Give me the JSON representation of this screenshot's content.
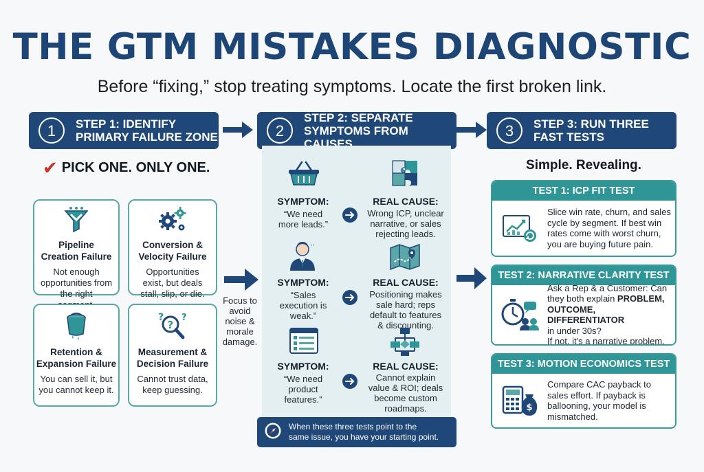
{
  "title": "THE GTM MISTAKES DIAGNOSTIC",
  "subtitle": "Before “fixing,” stop treating symptoms. Locate the first broken link.",
  "steps": [
    {
      "number": "1",
      "line1": "STEP 1: IDENTIFY",
      "line2": "PRIMARY FAILURE ZONE"
    },
    {
      "number": "2",
      "line1": "STEP 2: SEPARATE",
      "line2": "SYMPTOMS FROM CAUSES"
    },
    {
      "number": "3",
      "line1": "STEP 3: RUN THREE",
      "line2": "FAST TESTS"
    }
  ],
  "column1": {
    "pick_one": "PICK ONE. ONLY ONE.",
    "zones": [
      {
        "title1": "Pipeline",
        "title2": "Creation Failure",
        "desc": [
          "Not enough",
          "opportunities from",
          "the right",
          "segment."
        ],
        "icon": "funnel-icon"
      },
      {
        "title1": "Conversion &",
        "title2": "Velocity Failure",
        "desc": [
          "Opportunities",
          "exist, but deals",
          "stall, slip, or die."
        ],
        "icon": "gears-icon"
      },
      {
        "title1": "Retention &",
        "title2": "Expansion Failure",
        "desc": [
          "You can sell it, but",
          "you cannot keep it."
        ],
        "icon": "leaking-bucket-icon"
      },
      {
        "title1": "Measurement &",
        "title2": "Decision Failure",
        "desc": [
          "Cannot trust data,",
          "keep guessing."
        ],
        "icon": "magnifier-question-icon"
      }
    ],
    "focus_note": [
      "Focus to",
      "avoid",
      "noise &",
      "morale",
      "damage."
    ]
  },
  "column2": {
    "rows": [
      {
        "symptom_label": "SYMPTOM:",
        "symptom": [
          "“We need",
          "more leads.”"
        ],
        "cause_label": "REAL CAUSE:",
        "cause": [
          "Wrong ICP, unclear",
          "narrative, or sales",
          "rejecting leads."
        ],
        "symptom_icon": "basket-icon",
        "cause_icon": "puzzle-icon"
      },
      {
        "symptom_label": "SYMPTOM:",
        "symptom": [
          "“Sales",
          "execution is",
          "weak.”"
        ],
        "cause_label": "REAL CAUSE:",
        "cause": [
          "Positioning makes",
          "sale hard; reps",
          "default to features",
          "& discounting."
        ],
        "symptom_icon": "sales-rep-icon",
        "cause_icon": "map-icon"
      },
      {
        "symptom_label": "SYMPTOM:",
        "symptom": [
          "“We need",
          "product",
          "features.”"
        ],
        "cause_label": "REAL CAUSE:",
        "cause": [
          "Cannot explain",
          "value & ROI; deals",
          "become custom",
          "roadmaps."
        ],
        "symptom_icon": "checklist-icon",
        "cause_icon": "flowchart-icon"
      }
    ],
    "starting_point": [
      "When these three tests point to the",
      "same issue, you have your starting point."
    ]
  },
  "column3": {
    "tagline": "Simple. Revealing.",
    "tests": [
      {
        "header": "TEST 1: ICP FIT TEST",
        "lines": [
          "Slice win rate, churn, and sales",
          "cycle by segment. If best win",
          "rates come with worst churn,",
          "you are buying future pain."
        ],
        "icon": "chart-refresh-icon"
      },
      {
        "header": "TEST 2: NARRATIVE CLARITY TEST",
        "line1": "Ask a Rep & a Customer: Can",
        "line2_plain": "they both explain ",
        "line2_bold": "PROBLEM,",
        "line3_bold": "OUTCOME, DIFFERENTIATOR",
        "line4": "in under 30s?",
        "line5": "If not, it's a narrative problem.",
        "icon": "stopwatch-conversation-icon"
      },
      {
        "header": "TEST 3: MOTION ECONOMICS TEST",
        "lines": [
          "Compare CAC payback to",
          "sales effort. If payback is",
          "ballooning, your model is",
          "mismatched."
        ],
        "icon": "calculator-moneybag-icon"
      }
    ]
  },
  "colors": {
    "navy": "#1f4778",
    "title_navy": "#1d4576",
    "teal": "#2f9596",
    "teal_border": "#5aa7a8",
    "panel_bg": "#e3eff0",
    "check_red": "#c7302b"
  }
}
